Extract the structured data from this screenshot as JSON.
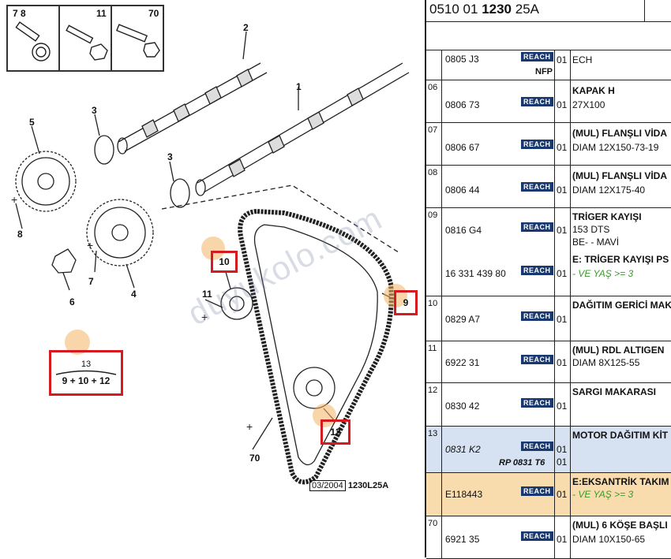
{
  "diagram": {
    "thumbnails": [
      {
        "label": "7   8"
      },
      {
        "label": "11"
      },
      {
        "label": "70"
      }
    ],
    "callouts": [
      "1",
      "2",
      "3",
      "3",
      "4",
      "5",
      "6",
      "7",
      "8",
      "11",
      "70"
    ],
    "boxed_callouts": [
      "10",
      "9",
      "12"
    ],
    "kit": {
      "number": "13",
      "formula": "9 + 10 + 12"
    },
    "watermark": "duyukolo.com",
    "date_box": "03/2004",
    "drawing_ref": "1230L25A"
  },
  "table": {
    "header_prefix": "0510 01",
    "header_bold": "1230",
    "header_suffix": "25A",
    "rows": [
      {
        "num": "",
        "ref": "0805 J3",
        "reach": "REACH",
        "qty": "01",
        "desc": [
          "ECH"
        ],
        "extra": "NFP"
      },
      {
        "num": "06",
        "ref": "0806 73",
        "reach": "REACH",
        "qty": "01",
        "desc": [
          "KAPAK H",
          "27X100"
        ]
      },
      {
        "num": "07",
        "ref": "0806 67",
        "reach": "REACH",
        "qty": "01",
        "desc": [
          "(MUL) FLANŞLI VİDA",
          "DIAM 12X150-73-19"
        ]
      },
      {
        "num": "08",
        "ref": "0806 44",
        "reach": "REACH",
        "qty": "01",
        "desc": [
          "(MUL) FLANŞLI VİDA",
          "DIAM 12X175-40"
        ]
      },
      {
        "num": "09",
        "ref": "0816 G4",
        "reach": "REACH",
        "qty": "01",
        "desc": [
          "TRİGER KAYIŞI",
          "153 DTS",
          "BE- - MAVİ"
        ],
        "sub_ref": "16 331 439 80",
        "sub_reach": "REACH",
        "sub_qty": "01",
        "sub_desc": [
          "E: TRİGER KAYIŞI PS",
          "- VE YAŞ >= 3"
        ]
      },
      {
        "num": "10",
        "ref": "0829 A7",
        "reach": "REACH",
        "qty": "01",
        "desc": [
          "DAĞITIM GERİCİ MAK"
        ]
      },
      {
        "num": "11",
        "ref": "6922 31",
        "reach": "REACH",
        "qty": "01",
        "desc": [
          "(MUL) RDL ALTIGEN",
          "DIAM 8X125-55"
        ]
      },
      {
        "num": "12",
        "ref": "0830 42",
        "reach": "REACH",
        "qty": "01",
        "desc": [
          "SARGI MAKARASI"
        ]
      },
      {
        "num": "13",
        "ref": "0831 K2",
        "reach": "REACH",
        "qty": "01",
        "desc": [
          "MOTOR DAĞITIM KİT"
        ],
        "extra": "RP 0831 T6",
        "extra_qty": "01"
      },
      {
        "num": "",
        "ref": "E118443",
        "reach": "REACH",
        "qty": "01",
        "desc": [
          "E:EKSANTRİK TAKIM",
          "- VE YAŞ >= 3"
        ]
      },
      {
        "num": "70",
        "ref": "6921 35",
        "reach": "REACH",
        "qty": "01",
        "desc": [
          "(MUL) 6 KÖŞE BAŞLI",
          "DIAM 10X150-65"
        ]
      }
    ]
  },
  "colors": {
    "highlight_red": "#d71920",
    "reach_blue": "#1a3870",
    "kit_row_blue": "#d6e1f2",
    "kit_row_orange": "#f8dcae",
    "condition_green": "#3a9a2a"
  }
}
